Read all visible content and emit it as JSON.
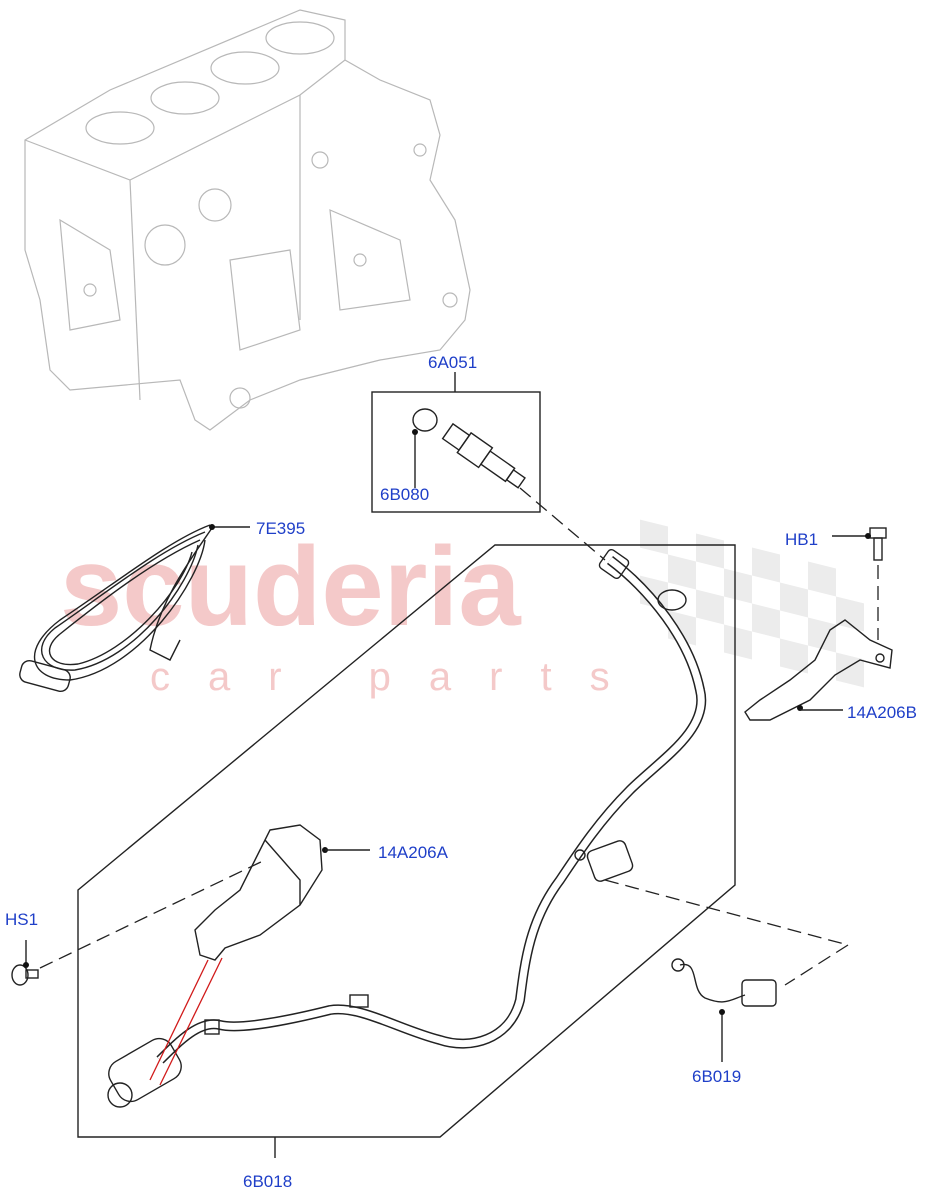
{
  "watermark": {
    "brand": "scuderia",
    "sub": "car parts"
  },
  "parts": {
    "p6A051": "6A051",
    "p6B080": "6B080",
    "p7E395": "7E395",
    "pHB1": "HB1",
    "p14A206B": "14A206B",
    "p14A206A": "14A206A",
    "pHS1": "HS1",
    "p6B019": "6B019",
    "p6B018": "6B018"
  },
  "colors": {
    "label": "#1f3fc8",
    "watermark": "#f4c9c9",
    "line": "#222222",
    "leader_red": "#d11a1a"
  }
}
